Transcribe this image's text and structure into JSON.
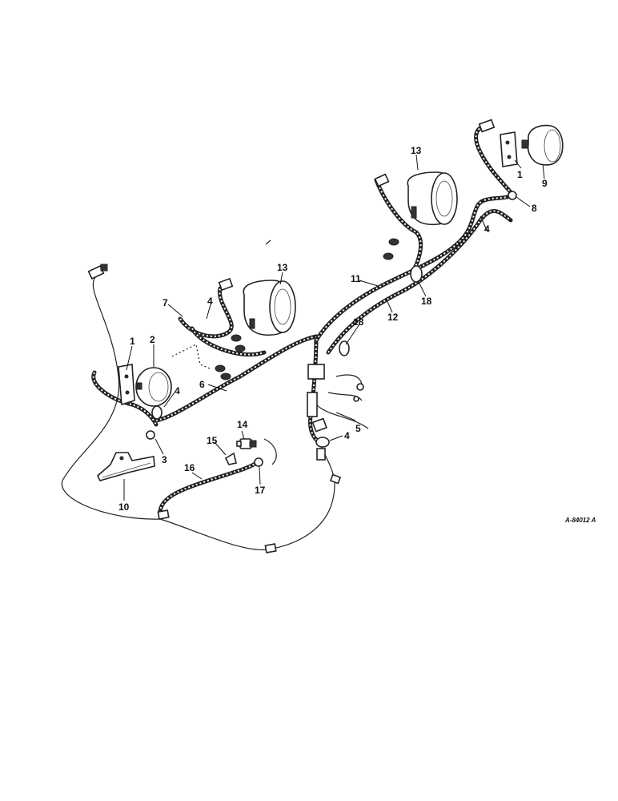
{
  "drawing_number": "A-84012 A",
  "callouts": [
    {
      "id": "c1a",
      "text": "1"
    },
    {
      "id": "c2",
      "text": "2"
    },
    {
      "id": "c3",
      "text": "3"
    },
    {
      "id": "c4a",
      "text": "4"
    },
    {
      "id": "c4b",
      "text": "4"
    },
    {
      "id": "c4c",
      "text": "4"
    },
    {
      "id": "c4d",
      "text": "4"
    },
    {
      "id": "c5",
      "text": "5"
    },
    {
      "id": "c6",
      "text": "6"
    },
    {
      "id": "c7",
      "text": "7"
    },
    {
      "id": "c8",
      "text": "8"
    },
    {
      "id": "c9",
      "text": "9"
    },
    {
      "id": "c10",
      "text": "10"
    },
    {
      "id": "c11",
      "text": "11"
    },
    {
      "id": "c12",
      "text": "12"
    },
    {
      "id": "c13a",
      "text": "13"
    },
    {
      "id": "c13b",
      "text": "13"
    },
    {
      "id": "c14",
      "text": "14"
    },
    {
      "id": "c15",
      "text": "15"
    },
    {
      "id": "c16",
      "text": "16"
    },
    {
      "id": "c17",
      "text": "17"
    },
    {
      "id": "c18a",
      "text": "18"
    },
    {
      "id": "c18b",
      "text": "18"
    },
    {
      "id": "c1b",
      "text": "1"
    }
  ]
}
